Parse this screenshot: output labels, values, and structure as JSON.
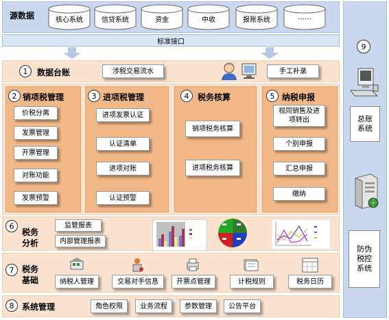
{
  "top": {
    "title": "源数据",
    "sources": [
      "核心系统",
      "信贷系统",
      "资金",
      "中收",
      "报账系统",
      "......"
    ],
    "interface": "标准接口"
  },
  "ledger": {
    "num": "1",
    "title": "数据台账",
    "item": "涉税交易流水",
    "manual": "手工补录"
  },
  "sales": {
    "num": "2",
    "title": "销项税管理",
    "items": [
      "价税分离",
      "发票管理",
      "开票管理",
      "对账功能",
      "发票预警"
    ]
  },
  "input": {
    "num": "3",
    "title": "进项税管理",
    "items": [
      "进项发票认证",
      "认证清单",
      "进项对账",
      "认证预警"
    ]
  },
  "accounting": {
    "num": "4",
    "title": "税务核算",
    "items": [
      "销项税务核算",
      "进项税务核算"
    ]
  },
  "filing": {
    "num": "5",
    "title": "纳税申报",
    "items": [
      "视同销售及进项转出",
      "个别申报",
      "汇总申报",
      "缴纳"
    ]
  },
  "analysis": {
    "num": "6",
    "title_line1": "税务",
    "title_line2": "分析",
    "items": [
      "监管报表",
      "内部管理报表"
    ]
  },
  "basic": {
    "num": "7",
    "title_line1": "税务",
    "title_line2": "基础",
    "items": [
      "纳税人管理",
      "交易对手信息",
      "开票点管理",
      "计税规则",
      "税务日历"
    ]
  },
  "system": {
    "num": "8",
    "title": "系统管理",
    "items": [
      "角色权限",
      "业务流程",
      "参数管理",
      "公告平台"
    ]
  },
  "side": {
    "num": "9",
    "box1": "总账系统",
    "box2": "防伪税控系统"
  },
  "colors": {
    "blue_band": "#c9d8ee",
    "peach_band": "#fbe3cf",
    "panel": "#f2b888"
  }
}
